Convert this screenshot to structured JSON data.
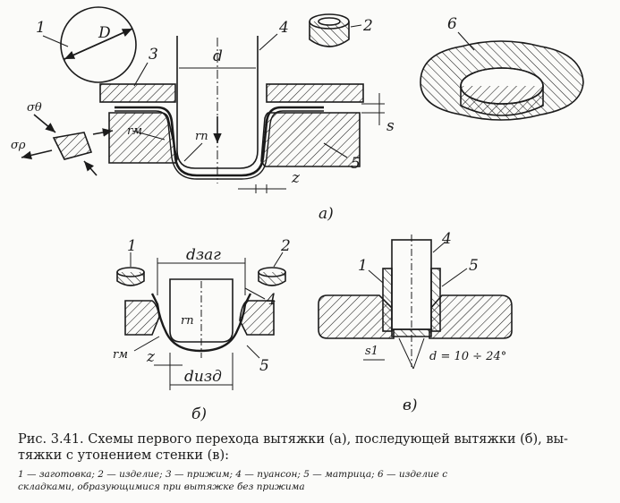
{
  "labels": {
    "part1": "1",
    "part2": "2",
    "part3": "3",
    "part4": "4",
    "part5": "5",
    "part6": "6",
    "blank_dia": "D",
    "punch_dia": "d",
    "sigma_theta": "σθ",
    "sigma_rho": "σρ",
    "r_m": "rм",
    "r_p": "rп",
    "gap_z": "z",
    "s": "s",
    "view_a": "a)",
    "b_part1": "1",
    "b_part2": "2",
    "b_part4": "4",
    "b_part5": "5",
    "d_zag": "dзаг",
    "r_p_b": "rп",
    "r_m_b": "rм",
    "gap_z_b": "z",
    "d_izd": "dизд",
    "view_b": "б)",
    "v_part1": "1",
    "v_part4": "4",
    "v_part5": "5",
    "s1": "s1",
    "angle": "d = 10 ÷ 24°",
    "view_v": "в)"
  },
  "caption": {
    "line1": "Рис. 3.41. Схемы первого перехода вытяжки (а), последующей вытяжки (б), вы-",
    "line2": "тяжки с утонением стенки (в):",
    "legend1": "1 — заготовка;  2 — изделие;  3 — прижим;  4 — пуансон;  5 — матрица;  6 — изделие с",
    "legend2": "складками, образующимися при вытяжке без прижима"
  },
  "colors": {
    "ink": "#1b1b1b",
    "paper": "#fbfbf9"
  }
}
